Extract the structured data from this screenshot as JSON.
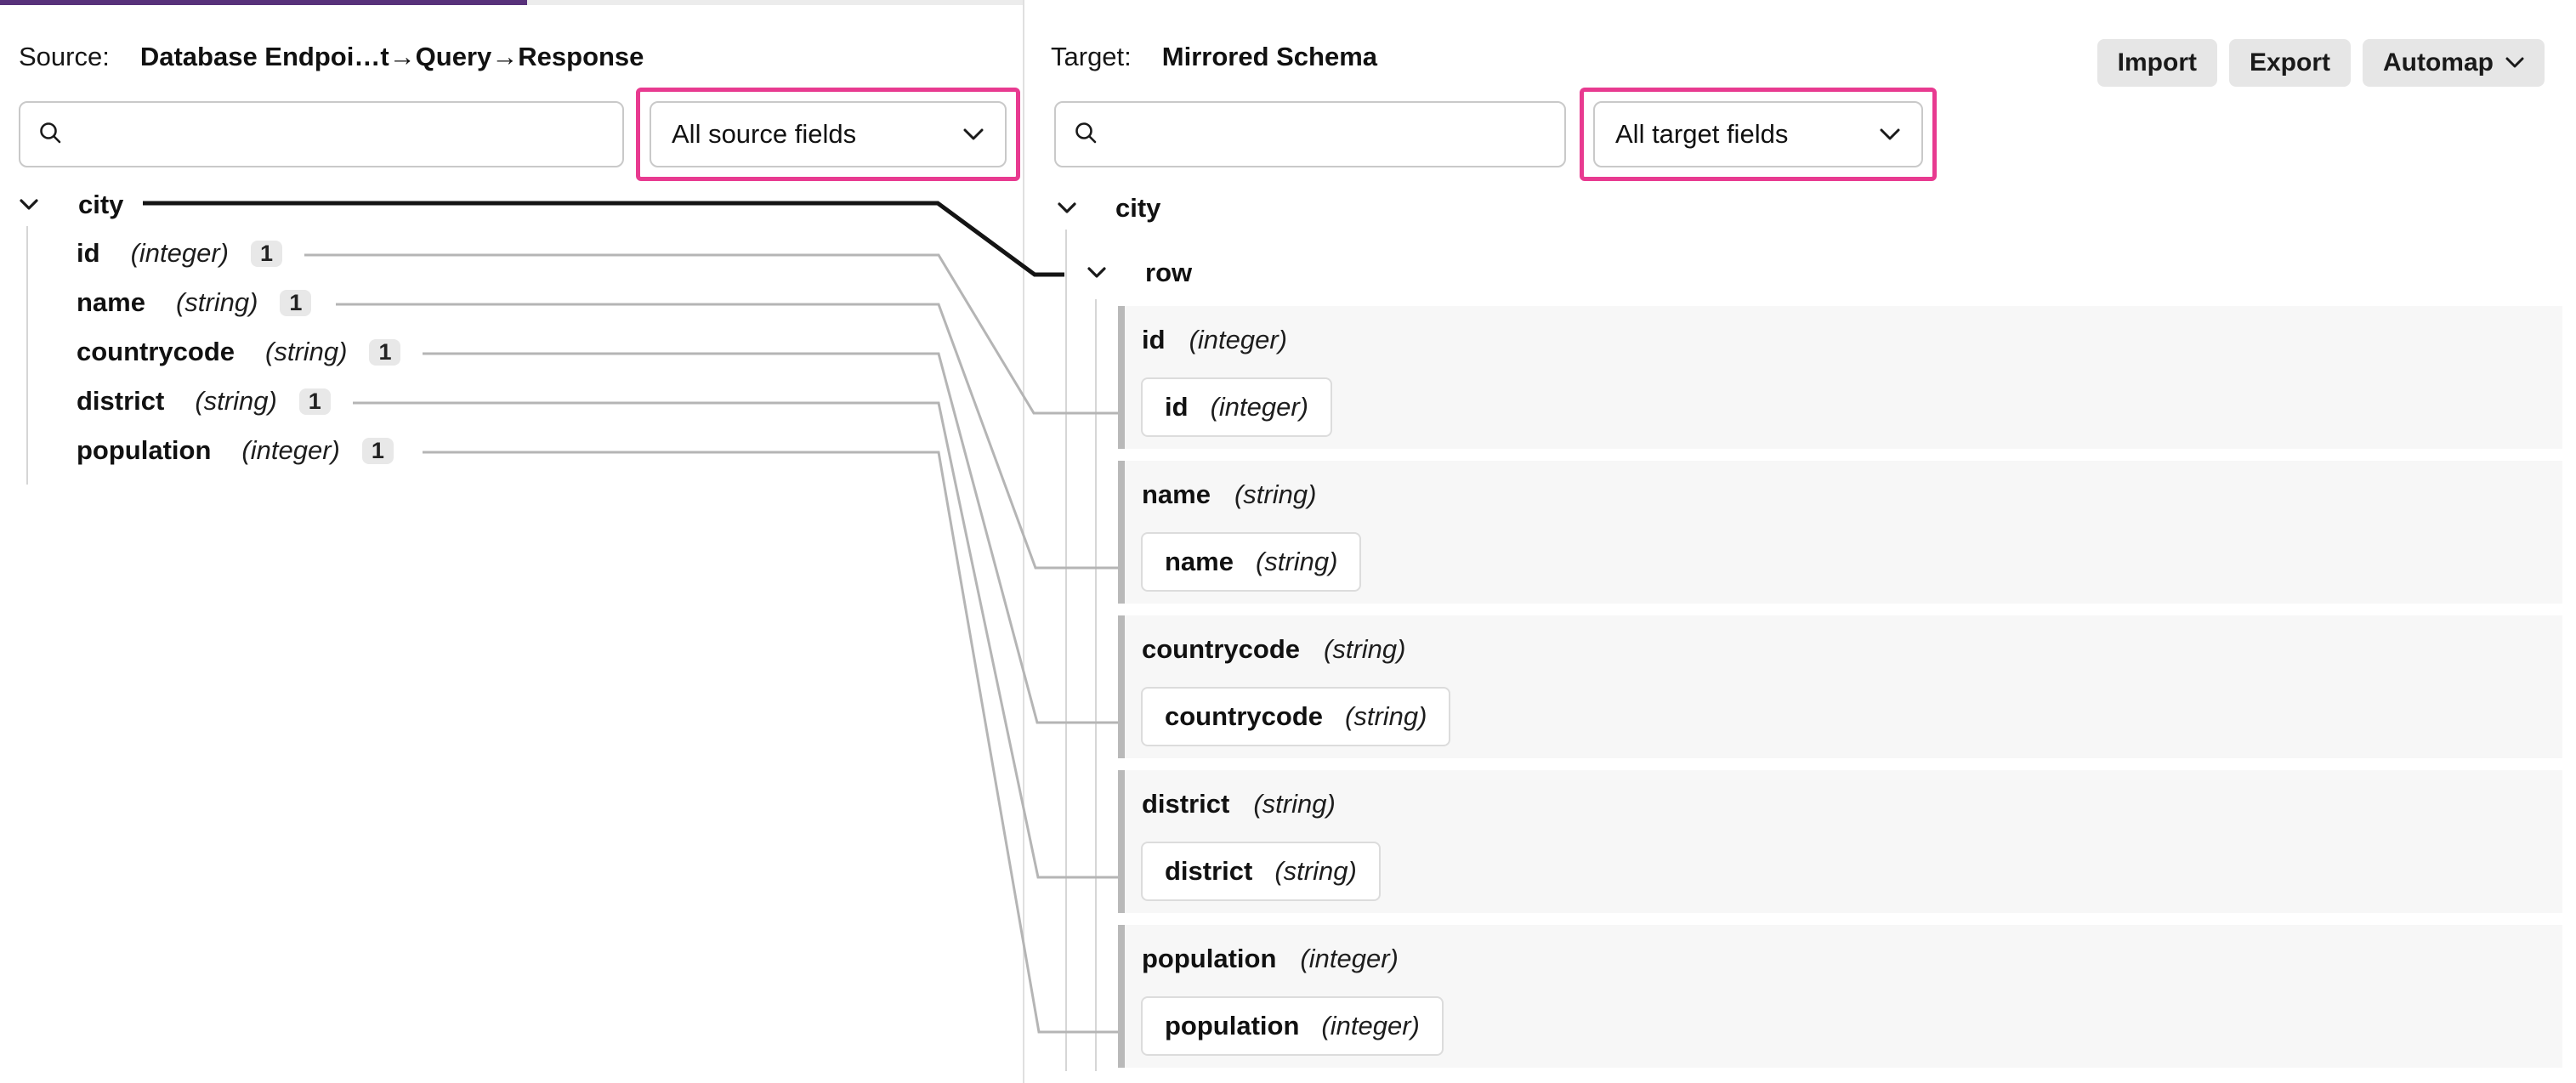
{
  "header": {
    "source_label": "Source:",
    "source_value": "Database Endpoi…t→Query→Response",
    "target_label": "Target:",
    "target_value": "Mirrored Schema"
  },
  "toolbar": {
    "import_label": "Import",
    "export_label": "Export",
    "automap_label": "Automap"
  },
  "filters": {
    "source_search_value": "",
    "source_search_placeholder": "",
    "source_filter_value": "All source fields",
    "target_search_value": "",
    "target_search_placeholder": "",
    "target_filter_value": "All target fields"
  },
  "source_tree": {
    "root_label": "city",
    "fields": [
      {
        "name": "id",
        "type": "(integer)",
        "badge": "1"
      },
      {
        "name": "name",
        "type": "(string)",
        "badge": "1"
      },
      {
        "name": "countrycode",
        "type": "(string)",
        "badge": "1"
      },
      {
        "name": "district",
        "type": "(string)",
        "badge": "1"
      },
      {
        "name": "population",
        "type": "(integer)",
        "badge": "1"
      }
    ]
  },
  "target_tree": {
    "root_label": "city",
    "array_label": "row",
    "fields": [
      {
        "name": "id",
        "type": "(integer)",
        "mapped_name": "id",
        "mapped_type": "(integer)"
      },
      {
        "name": "name",
        "type": "(string)",
        "mapped_name": "name",
        "mapped_type": "(string)"
      },
      {
        "name": "countrycode",
        "type": "(string)",
        "mapped_name": "countrycode",
        "mapped_type": "(string)"
      },
      {
        "name": "district",
        "type": "(string)",
        "mapped_name": "district",
        "mapped_type": "(string)"
      },
      {
        "name": "population",
        "type": "(integer)",
        "mapped_name": "population",
        "mapped_type": "(integer)"
      }
    ]
  },
  "mappings": [
    {
      "from": "city",
      "to": "row"
    },
    {
      "from": "id",
      "to": "id"
    },
    {
      "from": "name",
      "to": "name"
    },
    {
      "from": "countrycode",
      "to": "countrycode"
    },
    {
      "from": "district",
      "to": "district"
    },
    {
      "from": "population",
      "to": "population"
    }
  ],
  "colors": {
    "accent_purple": "#58317a",
    "highlight_pink": "#e83a90",
    "mapping_line": "#b5b5b5",
    "root_mapping_line": "#141414"
  }
}
